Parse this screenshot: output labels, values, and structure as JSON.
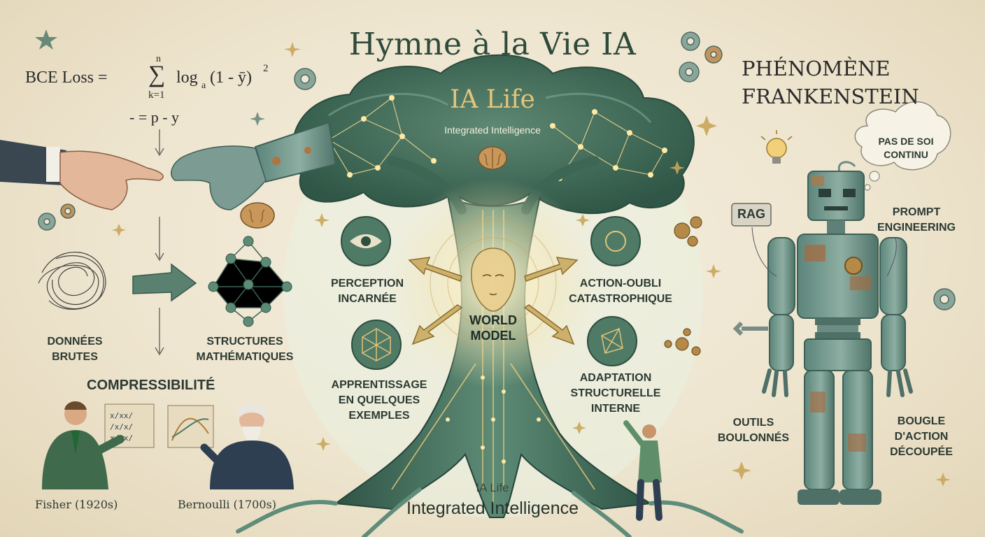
{
  "title": "Hymne à la Vie IA",
  "formula": {
    "lhs": "BCE Loss =",
    "sum_top": "n",
    "sum_symbol": "∑",
    "sum_bottom": "k=1",
    "rhs": "log",
    "rhs_sub": "a",
    "rhs_tail": "(1 - ȳ)",
    "rhs_exp": "2",
    "gradient": "- = p - y"
  },
  "left": {
    "raw_data_line1": "DONNÉES",
    "raw_data_line2": "BRUTES",
    "structures_line1": "STRUCTURES",
    "structures_line2": "MATHÉMATIQUES",
    "compressibility": "COMPRESSIBILITÉ",
    "fisher": "Fisher (1920s)",
    "bernoulli": "Bernoulli (1700s)"
  },
  "tree": {
    "crown_title": "IA Life",
    "crown_subtitle": "Integrated Intelligence",
    "perception_line1": "PERCEPTION",
    "perception_line2": "INCARNÉE",
    "action_line1": "ACTION-OUBLI",
    "action_line2": "CATASTROPHIQUE",
    "world_line1": "WORLD",
    "world_line2": "MODEL",
    "fewshot_line1": "APPRENTISSAGE",
    "fewshot_line2": "EN QUELQUES",
    "fewshot_line3": "EXEMPLES",
    "adaptation_line1": "ADAPTATION",
    "adaptation_line2": "STRUCTURELLE",
    "adaptation_line3": "INTERNE",
    "footer_small": "IA Life",
    "footer_large": "Integrated Intelligence"
  },
  "right": {
    "heading_line1": "PHÉNOMÈNE",
    "heading_line2": "FRANKENSTEIN",
    "no_self_line1": "PAS DE SOI",
    "no_self_line2": "CONTINU",
    "rag": "RAG",
    "prompt_line1": "PROMPT",
    "prompt_line2": "ENGINEERING",
    "tools_line1": "OUTILS",
    "tools_line2": "BOULONNÉS",
    "loop_line1": "BOUGLE",
    "loop_line2": "D'ACTION",
    "loop_line3": "DÉCOUPÉE"
  },
  "icons": [
    "star-icon",
    "gear-icon",
    "brain-icon",
    "eye-icon",
    "lightbulb-icon",
    "network-icon",
    "arrow-icon",
    "hand-icon",
    "robot-hand-icon",
    "robot-icon",
    "person-icon",
    "face-icon"
  ],
  "colors": {
    "background": "#efe7d4",
    "tree_green": "#46705e",
    "crown_green": "#3f6b57",
    "gold": "#d9b66a",
    "ink": "#2e3a33",
    "rust": "#a8683a",
    "teal_metal": "#6f9489"
  }
}
